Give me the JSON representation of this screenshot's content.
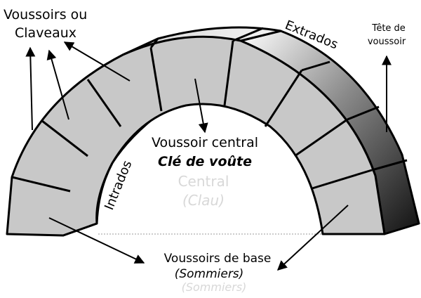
{
  "labels": {
    "voussoirs_line1": "Voussoirs ou",
    "voussoirs_line2": "Claveaux",
    "extrados": "Extrados",
    "tete_line1": "Tête de",
    "tete_line2": "voussoir",
    "central_line1": "Voussoir central",
    "central_line2": "Clé de voûte",
    "intrados": "Intrados",
    "base_line1": "Voussoirs de base",
    "base_line2": "(Sommiers)"
  },
  "ghost_labels": {
    "ghost_1": "Central",
    "ghost_2": "(Clau)",
    "ghost_3": "(Sommiers)"
  },
  "colors": {
    "stone_face": "#c8c8c8",
    "stone_top": "#d0d0d0",
    "edge": "#000000",
    "depth_dark": "#111111",
    "depth_light": "#ffffff"
  }
}
